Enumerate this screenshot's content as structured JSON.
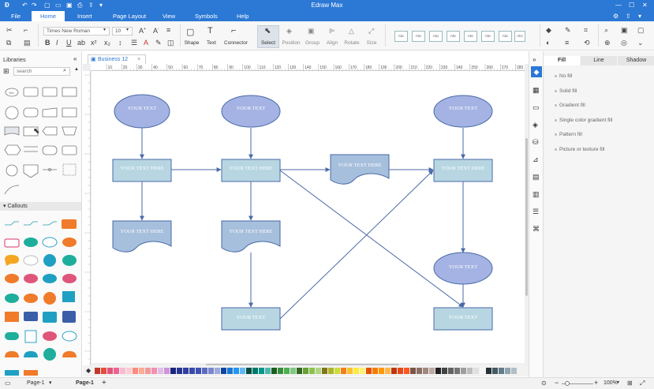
{
  "app": {
    "title": "Edraw Max",
    "brand_color": "#2b78d5"
  },
  "menu": {
    "items": [
      "File",
      "Home",
      "Insert",
      "Page Layout",
      "View",
      "Symbols",
      "Help"
    ],
    "active": "Home"
  },
  "ribbon": {
    "font_name": "Times New Roman",
    "font_size": "10",
    "shape_label": "Shape",
    "text_label": "Text",
    "connector_label": "Connector",
    "select_label": "Select",
    "position_label": "Position",
    "group_label": "Group",
    "align_label": "Align",
    "rotate_label": "Rotate",
    "size_label": "Size",
    "style_preview_text": "Abc"
  },
  "libraries": {
    "title": "Libraries",
    "search_placeholder": "search",
    "callouts_title": "Callouts"
  },
  "document": {
    "tab_name": "Business 12"
  },
  "diagram": {
    "ellipse_color": "#a4b3e3",
    "rect_color": "#b7d6e2",
    "wave_color": "#a6bfdc",
    "stroke_color": "#4a6aa8",
    "nodes": {
      "n1": "YOUR TEXT",
      "n2": "YOUR TEXT",
      "n3": "YOUR TEXT",
      "r1": "YOUR TEXT HERE",
      "r2": "YOUR TEXT HERE",
      "w3": "YOUR TEXT HERE",
      "r4": "YOUR TEXT HERE",
      "w1": "YOUR TEXT HERE",
      "w2": "YOUR TEXT HERE",
      "e5": "YOUR TEXT",
      "b1": "YOUR TEXT",
      "b2": "YOUR TEXT"
    }
  },
  "properties": {
    "tabs": [
      "Fill",
      "Line",
      "Shadow"
    ],
    "active_tab": "Fill",
    "fill_options": [
      "No fill",
      "Solid fill",
      "Gradient fill",
      "Single color gradient fill",
      "Pattern fill",
      "Picture or texture fill"
    ]
  },
  "status": {
    "page_label_left": "Page-1",
    "page_label_active": "Page-1",
    "zoom": "100%"
  },
  "ruler_ticks": [
    "10",
    "20",
    "30",
    "40",
    "50",
    "60",
    "70",
    "80",
    "90",
    "100",
    "110",
    "120",
    "130",
    "140",
    "150",
    "160",
    "170",
    "180",
    "190",
    "200",
    "210",
    "220",
    "230",
    "240",
    "250",
    "260",
    "270",
    "280"
  ]
}
